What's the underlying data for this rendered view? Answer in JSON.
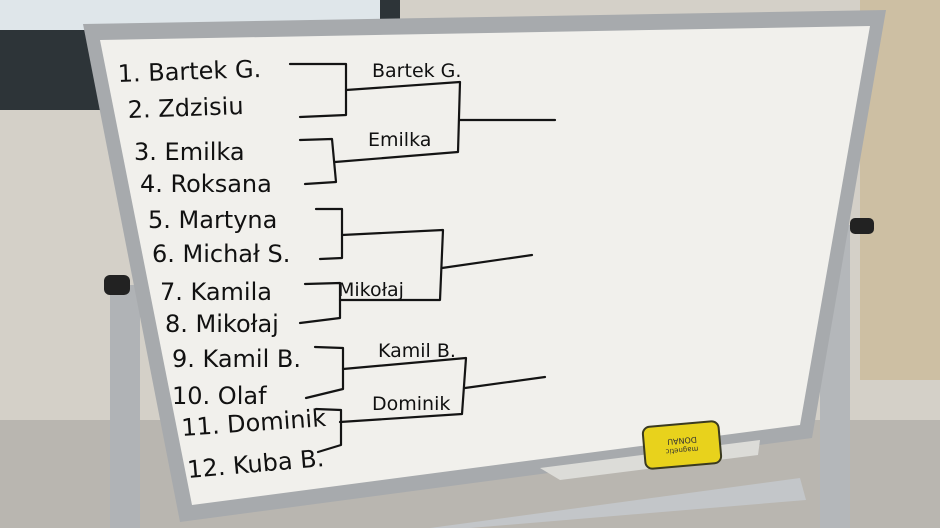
{
  "bracket": {
    "round1": [
      {
        "label": "1. Bartek G."
      },
      {
        "label": "2. Zdzisiu"
      },
      {
        "label": "3. Emilka"
      },
      {
        "label": "4. Roksana"
      },
      {
        "label": "5. Martyna"
      },
      {
        "label": "6. Michał S."
      },
      {
        "label": "7. Kamila"
      },
      {
        "label": "8. Mikołaj"
      },
      {
        "label": "9. Kamil B."
      },
      {
        "label": "10. Olaf"
      },
      {
        "label": "11. Dominik"
      },
      {
        "label": "12. Kuba B."
      }
    ],
    "round2": [
      {
        "label": "Bartek G."
      },
      {
        "label": "Emilka"
      },
      {
        "label": "Mikołaj"
      },
      {
        "label": "Kamil B."
      },
      {
        "label": "Dominik"
      }
    ]
  },
  "eraser": {
    "brand": "DONAU",
    "text": "magnetic",
    "color": "#e8d21c"
  }
}
